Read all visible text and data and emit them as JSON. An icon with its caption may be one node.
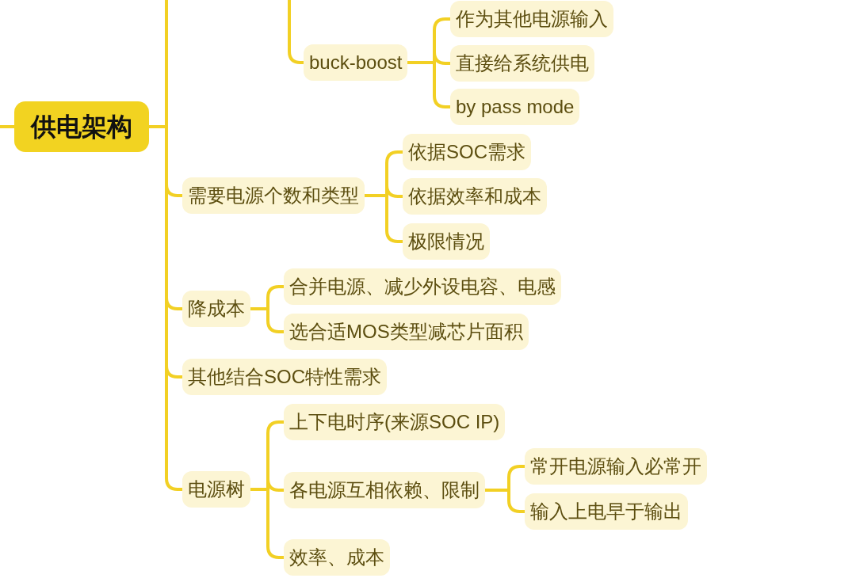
{
  "diagram": {
    "nodes": [
      {
        "text": [
          "供电架构"
        ]
      },
      {
        "text": [
          "buck-boost"
        ]
      },
      {
        "text": [
          "作为其他电源输入"
        ]
      },
      {
        "text": [
          "直接给系统供电"
        ]
      },
      {
        "text": [
          "by pass mode"
        ]
      },
      {
        "text": [
          "需要电源个数和类型"
        ]
      },
      {
        "text": [
          "依据SOC需求"
        ]
      },
      {
        "text": [
          "依据效率和成本"
        ]
      },
      {
        "text": [
          "极限情况"
        ]
      },
      {
        "text": [
          "降成本"
        ]
      },
      {
        "text": [
          "合并电源、减少外设电容、电感"
        ]
      },
      {
        "text": [
          "选合适MOS类型减芯片面积"
        ]
      },
      {
        "text": [
          "其他结合SOC特性需求"
        ]
      },
      {
        "text": [
          "电源树"
        ]
      },
      {
        "text": [
          "上下电时序(来源SOC IP)"
        ]
      },
      {
        "text": [
          "各电源互相依赖、限制"
        ]
      },
      {
        "text": [
          "常开电源输入必常开"
        ]
      },
      {
        "text": [
          "输入上电早于输出"
        ]
      },
      {
        "text": [
          "效率、成本"
        ]
      }
    ],
    "edges": [
      {
        "from": null,
        "to": 0,
        "arrow": "none"
      },
      {
        "from": 0,
        "to": null,
        "arrow": "none"
      },
      {
        "from": null,
        "to": 1,
        "arrow": "none"
      },
      {
        "from": 1,
        "to": 2,
        "arrow": "none"
      },
      {
        "from": 1,
        "to": 3,
        "arrow": "none"
      },
      {
        "from": 1,
        "to": 4,
        "arrow": "none"
      },
      {
        "from": 0,
        "to": 5,
        "arrow": "none"
      },
      {
        "from": 5,
        "to": 6,
        "arrow": "none"
      },
      {
        "from": 5,
        "to": 7,
        "arrow": "none"
      },
      {
        "from": 5,
        "to": 8,
        "arrow": "none"
      },
      {
        "from": 0,
        "to": 9,
        "arrow": "none"
      },
      {
        "from": 9,
        "to": 10,
        "arrow": "none"
      },
      {
        "from": 9,
        "to": 11,
        "arrow": "none"
      },
      {
        "from": 0,
        "to": 12,
        "arrow": "none"
      },
      {
        "from": 0,
        "to": 13,
        "arrow": "none"
      },
      {
        "from": 13,
        "to": 14,
        "arrow": "none"
      },
      {
        "from": 13,
        "to": 15,
        "arrow": "none"
      },
      {
        "from": 15,
        "to": 16,
        "arrow": "none"
      },
      {
        "from": 15,
        "to": 17,
        "arrow": "none"
      },
      {
        "from": 13,
        "to": 18,
        "arrow": "none"
      }
    ]
  }
}
